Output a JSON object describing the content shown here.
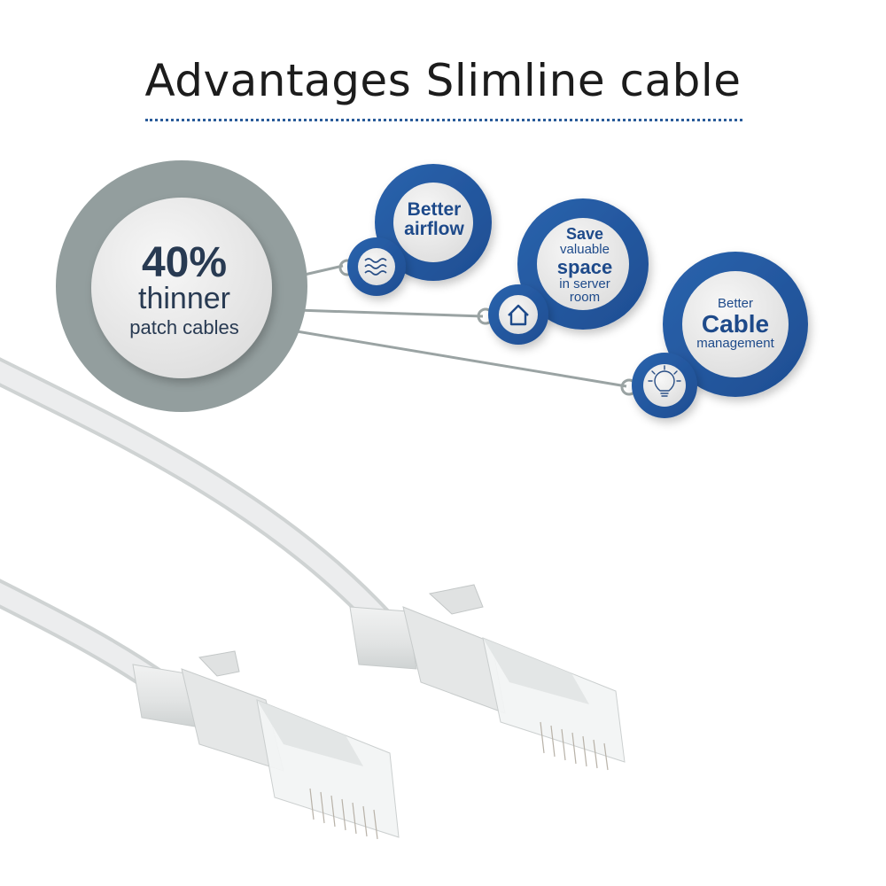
{
  "header": {
    "title": "Advantages Slimline cable"
  },
  "hero": {
    "percent": "40%",
    "line1": "thinner",
    "line2": "patch cables"
  },
  "advantages": [
    {
      "icon": "airflow-waves-icon",
      "lines": [
        "Better",
        "airflow"
      ]
    },
    {
      "icon": "house-icon",
      "lines": [
        "Save",
        "valuable",
        "space",
        "in server",
        "room"
      ]
    },
    {
      "icon": "lightbulb-icon",
      "lines": [
        "Better",
        "Cable",
        "management"
      ]
    }
  ],
  "colors": {
    "title_text": "#1c1c1c",
    "rule": "#2a5c9a",
    "ring_gray": "#939e9e",
    "inner_circle": "#ececec",
    "brand_blue": "#2358a0",
    "blue_text": "#1e4a8a",
    "hero_text": "#283a52",
    "cable": "#e4e6e6"
  }
}
